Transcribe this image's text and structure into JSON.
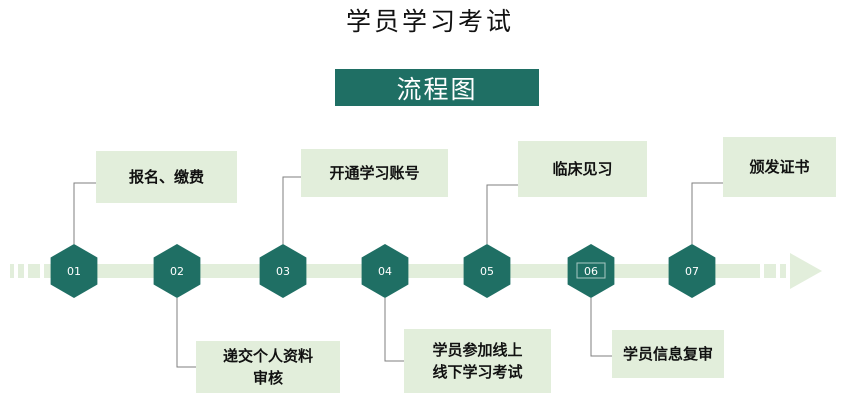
{
  "title": "学员学习考试",
  "banner": "流程图",
  "colors": {
    "hexagon": "#1f6f64",
    "banner": "#1f6f64",
    "box": "#e2eedb",
    "arrow": "#e2eedb",
    "connector": "#7f7f7f"
  },
  "steps": [
    {
      "num": "01",
      "label": "报名、缴费"
    },
    {
      "num": "02",
      "label": "递交个人资料\n审核"
    },
    {
      "num": "03",
      "label": "开通学习账号"
    },
    {
      "num": "04",
      "label": "学员参加线上\n线下学习考试"
    },
    {
      "num": "05",
      "label": "临床见习"
    },
    {
      "num": "06",
      "label": "学员信息复审"
    },
    {
      "num": "07",
      "label": "颁发证书"
    }
  ]
}
